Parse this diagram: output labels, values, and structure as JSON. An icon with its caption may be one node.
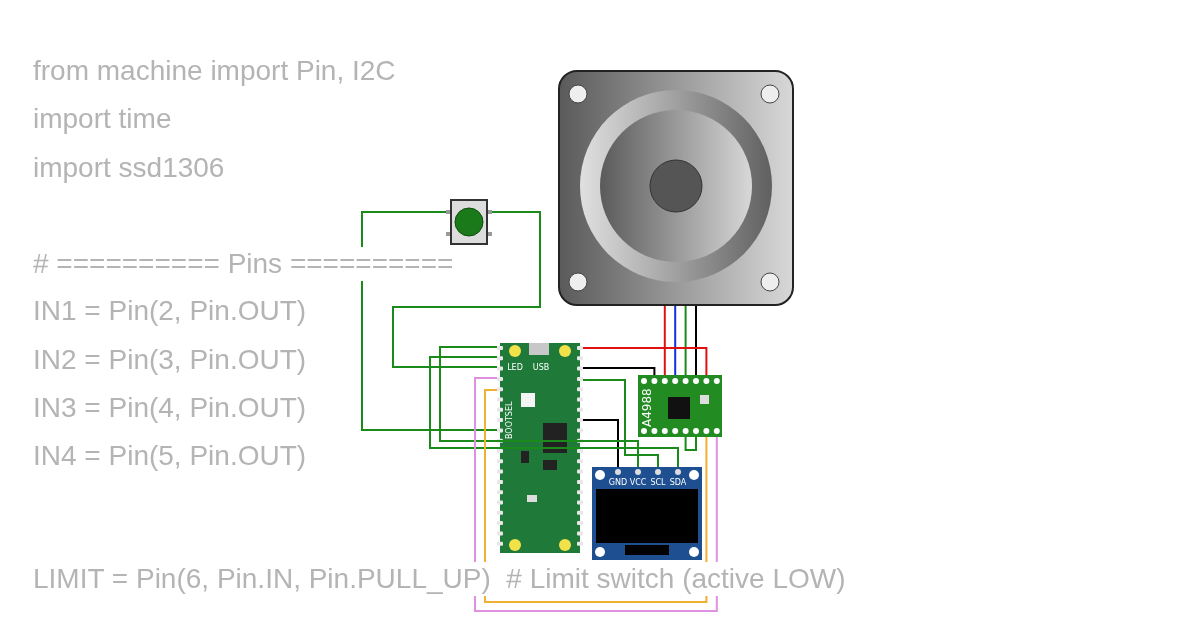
{
  "diagram": {
    "nodes": [
      {
        "text": [],
        "shape": "picture"
      },
      {
        "text": [],
        "shape": "picture"
      },
      {
        "text": [
          "LED",
          "USB",
          "BOOTSEL"
        ]
      },
      {
        "text": [
          "A4988"
        ]
      },
      {
        "text": [
          "GND",
          "VCC",
          "SCL",
          "SDA"
        ]
      }
    ],
    "edges": [
      {
        "from": 0,
        "to": 2,
        "arrow": "none"
      },
      {
        "from": 0,
        "to": 2,
        "arrow": "none"
      },
      {
        "from": 1,
        "to": 3,
        "arrow": "none",
        "color": "#e01010"
      },
      {
        "from": 1,
        "to": 3,
        "arrow": "none",
        "color": "#1030e0"
      },
      {
        "from": 1,
        "to": 3,
        "arrow": "none"
      },
      {
        "from": 1,
        "to": 3,
        "arrow": "none",
        "color": "#000000"
      },
      {
        "from": 2,
        "to": 3,
        "arrow": "none",
        "color": "#e01010"
      },
      {
        "from": 2,
        "to": 3,
        "arrow": "none",
        "color": "#000000"
      },
      {
        "from": 2,
        "to": 4,
        "arrow": "none",
        "color": "#000000"
      },
      {
        "from": 2,
        "to": 4,
        "arrow": "none"
      },
      {
        "from": 2,
        "to": 4,
        "arrow": "none"
      },
      {
        "from": 2,
        "to": 4,
        "arrow": "none"
      },
      {
        "from": 3,
        "to": 2,
        "arrow": "none",
        "color": "#f0b030"
      },
      {
        "from": 3,
        "to": 2,
        "arrow": "none",
        "color": "#e090e0"
      },
      {
        "from": 3,
        "to": 3,
        "arrow": "none"
      }
    ],
    "labels": [
      "from machine import Pin, I2C",
      "import time",
      "import ssd1306",
      "# ========== Pins ==========",
      "IN1 = Pin(2, Pin.OUT)",
      "IN2 = Pin(3, Pin.OUT)",
      "IN3 = Pin(4, Pin.OUT)",
      "IN4 = Pin(5, Pin.OUT)",
      "LIMIT = Pin(6, Pin.IN, Pin.PULL_UP)  # Limit switch (active LOW)"
    ]
  }
}
